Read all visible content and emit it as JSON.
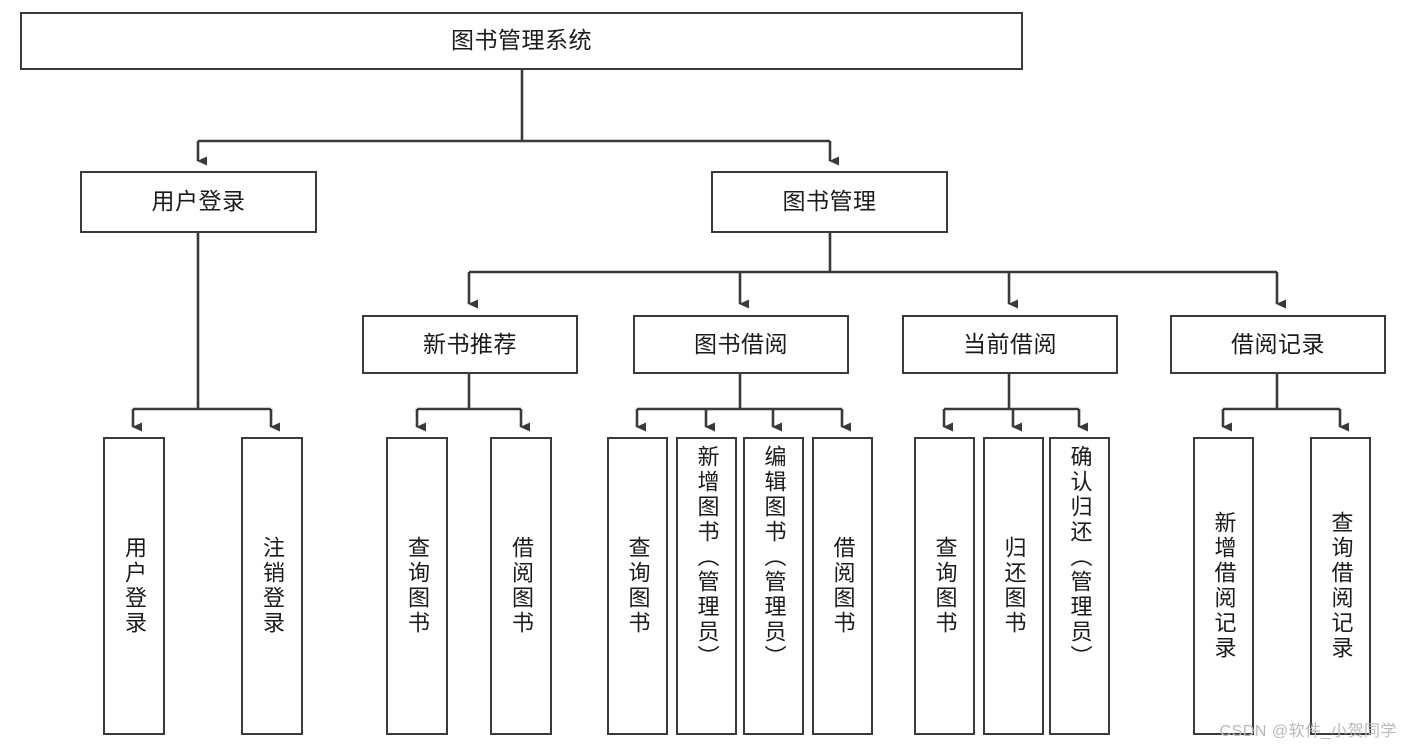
{
  "diagram": {
    "title": "图书管理系统",
    "root": {
      "id": "root",
      "label": "图书管理系统"
    },
    "level2": [
      {
        "id": "user-login",
        "label": "用户登录"
      },
      {
        "id": "book-management",
        "label": "图书管理"
      }
    ],
    "level3": [
      {
        "id": "new-book-recommend",
        "label": "新书推荐"
      },
      {
        "id": "book-borrow",
        "label": "图书借阅"
      },
      {
        "id": "current-borrow",
        "label": "当前借阅"
      },
      {
        "id": "borrow-record",
        "label": "借阅记录"
      }
    ],
    "leaves": {
      "user_login": [
        {
          "id": "leaf-user-login",
          "label": "用户登录"
        },
        {
          "id": "leaf-logout-login",
          "label": "注销登录"
        }
      ],
      "new_book_recommend": [
        {
          "id": "leaf-query-book-1",
          "label": "查询图书"
        },
        {
          "id": "leaf-borrow-book-1",
          "label": "借阅图书"
        }
      ],
      "book_borrow": [
        {
          "id": "leaf-query-book-2",
          "label": "查询图书"
        },
        {
          "id": "leaf-add-book",
          "label": "新增图书（管理员）"
        },
        {
          "id": "leaf-edit-book",
          "label": "编辑图书（管理员）"
        },
        {
          "id": "leaf-borrow-book-2",
          "label": "借阅图书"
        }
      ],
      "current_borrow": [
        {
          "id": "leaf-query-book-3",
          "label": "查询图书"
        },
        {
          "id": "leaf-return-book",
          "label": "归还图书"
        },
        {
          "id": "leaf-confirm-return",
          "label": "确认归还（管理员）"
        }
      ],
      "borrow_record": [
        {
          "id": "leaf-add-record",
          "label": "新增借阅记录"
        },
        {
          "id": "leaf-query-record",
          "label": "查询借阅记录"
        }
      ]
    }
  },
  "watermark": {
    "text": "CSDN @软件_小贺同学"
  },
  "colors": {
    "stroke": "#3a3a3a",
    "box_fill": "#ffffff",
    "text": "#1b1b1b",
    "watermark": "#b9b9b9",
    "background": "#ffffff"
  }
}
